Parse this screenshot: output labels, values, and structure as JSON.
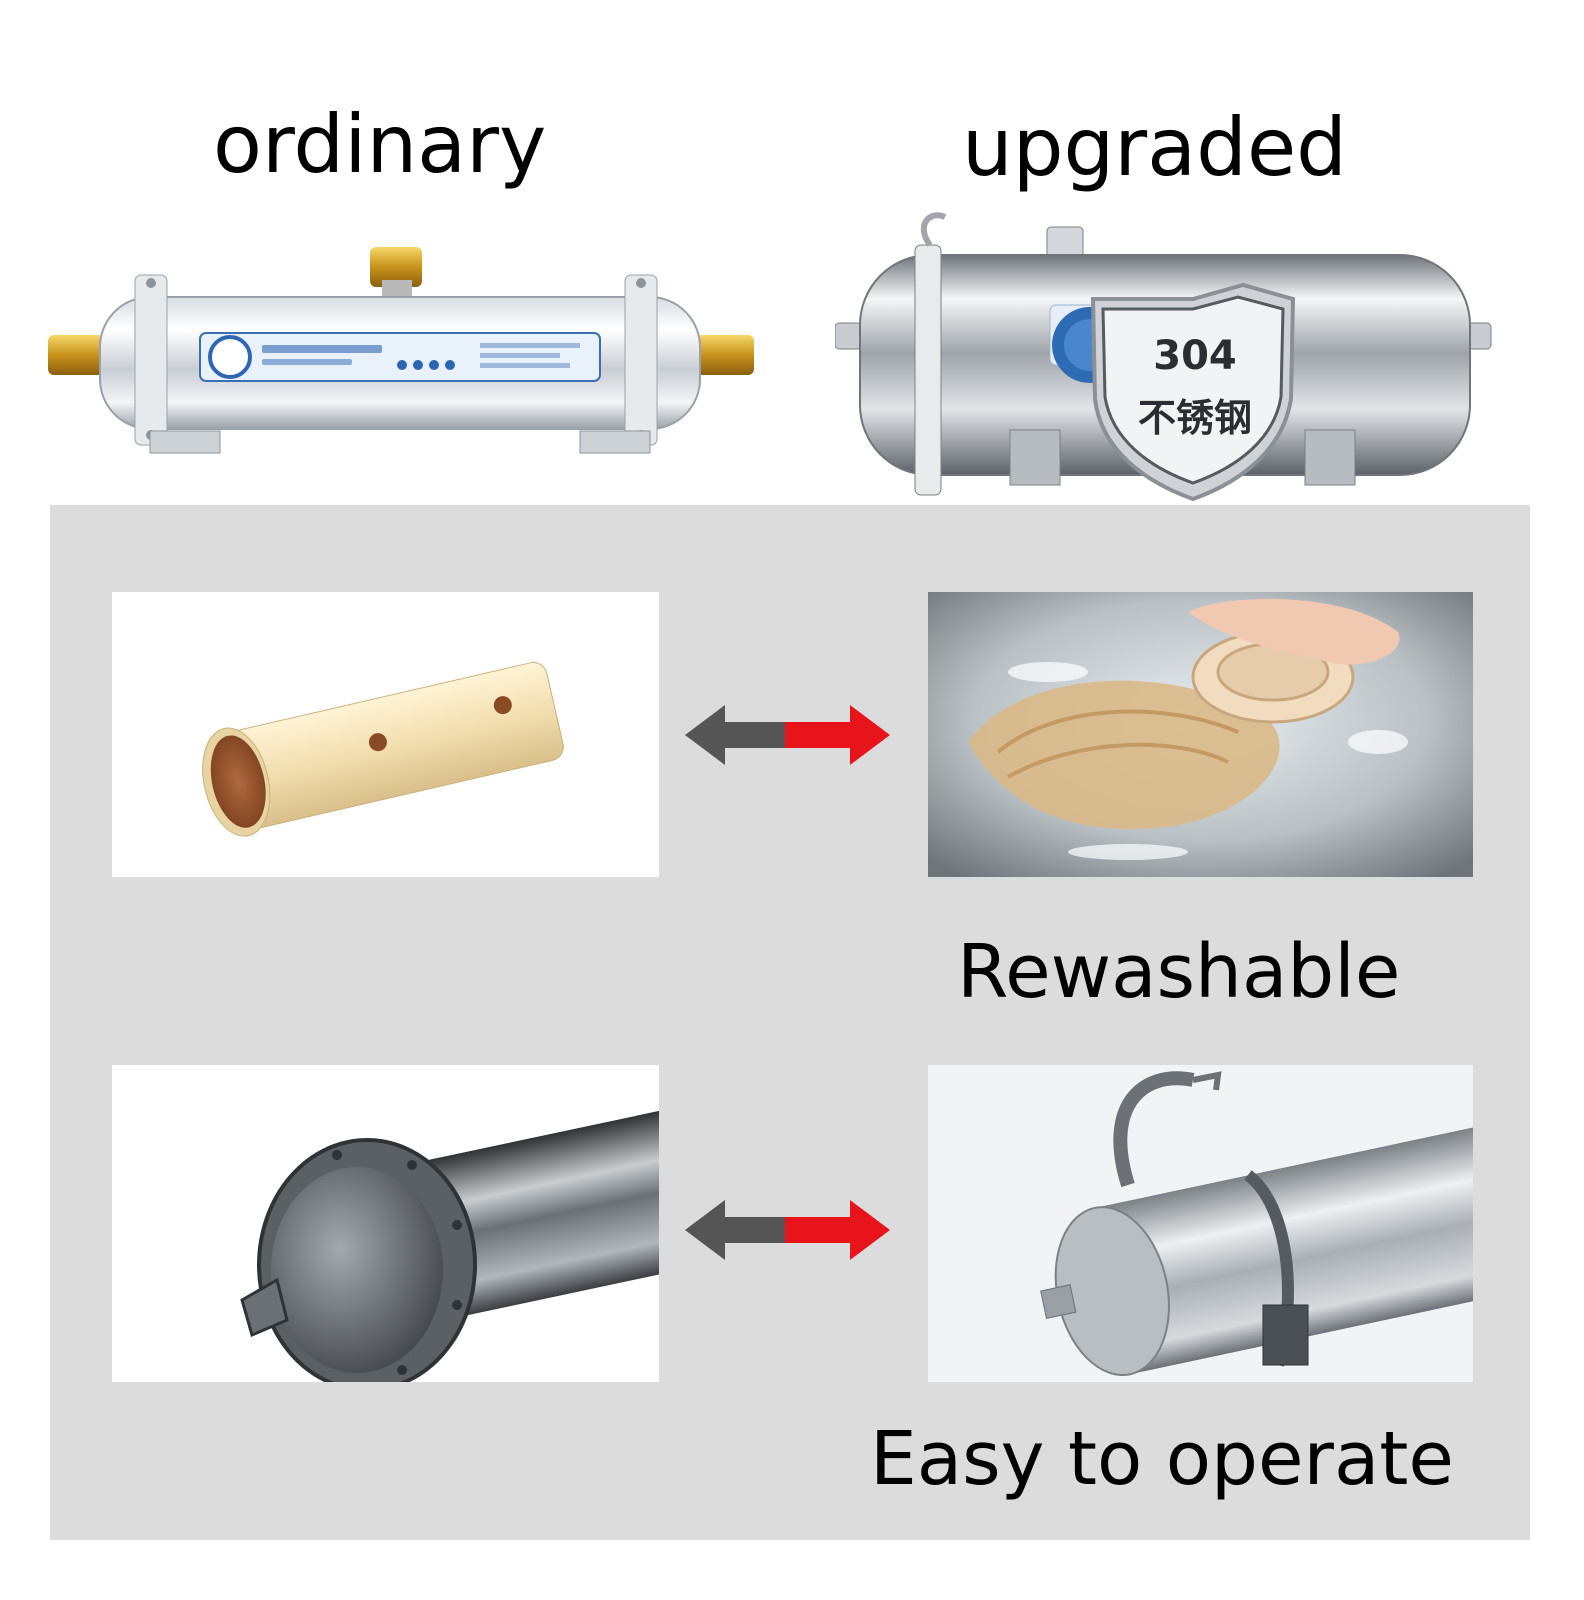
{
  "header": {
    "left_label": "ordinary",
    "right_label": "upgraded"
  },
  "badge": {
    "number": "304",
    "text": "不锈钢"
  },
  "features": [
    {
      "caption": "Rewashable"
    },
    {
      "caption": "Easy to operate"
    }
  ],
  "colors": {
    "panel_background": "#dcdcdc",
    "arrow_left": "#555555",
    "arrow_right": "#e8141b",
    "brass": "#d9a928"
  },
  "icons": {
    "comparison_arrow": "double-arrow-icon",
    "badge_shape": "shield-icon"
  }
}
